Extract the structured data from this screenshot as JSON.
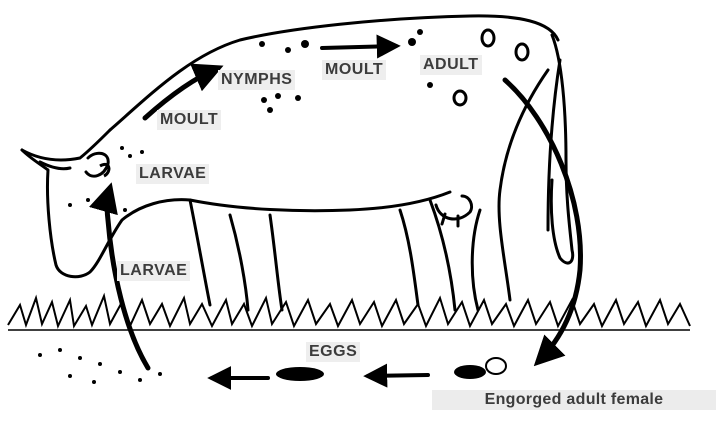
{
  "diagram": {
    "labels": {
      "nymphs": "NYMPHS",
      "moult_top": "MOULT",
      "adult": "ADULT",
      "moult_left": "MOULT",
      "larvae_on_host": "LARVAE",
      "larvae_on_ground": "LARVAE",
      "eggs": "EGGS",
      "engorged_female": "Engorged adult female"
    },
    "colors": {
      "ink": "#000000",
      "label_text": "#3c3c3c",
      "label_bg": "#eeeeee"
    }
  }
}
